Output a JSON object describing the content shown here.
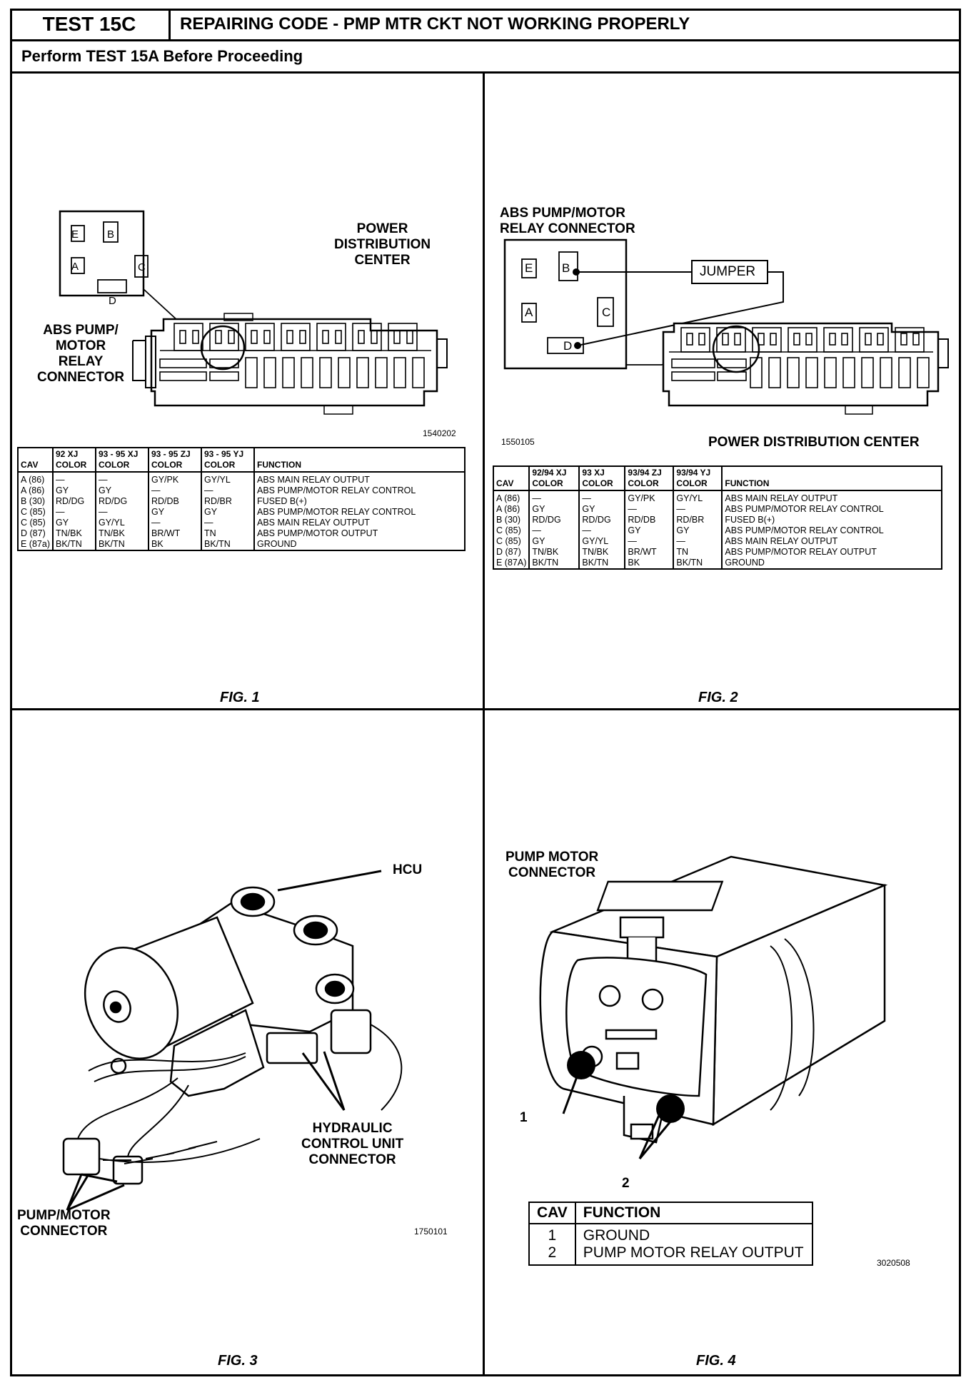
{
  "header": {
    "test_id": "TEST 15C",
    "title": "REPAIRING CODE - PMP MTR CKT NOT WORKING PROPERLY",
    "subtitle": "Perform TEST 15A Before Proceeding"
  },
  "fig1": {
    "connector_cavities": [
      "E",
      "B",
      "A",
      "C",
      "D"
    ],
    "label_pdc": [
      "POWER",
      "DISTRIBUTION",
      "CENTER"
    ],
    "label_relay": [
      "ABS PUMP/",
      "MOTOR",
      "RELAY",
      "CONNECTOR"
    ],
    "code": "1540202",
    "caption": "FIG. 1",
    "table": {
      "headers": [
        "CAV",
        "92 XJ COLOR",
        "93 - 95 XJ COLOR",
        "93 - 95 ZJ COLOR",
        "93 - 95 YJ COLOR",
        "FUNCTION"
      ],
      "rows": [
        [
          "A (86)",
          "—",
          "—",
          "GY/PK",
          "GY/YL",
          "ABS MAIN RELAY OUTPUT"
        ],
        [
          "A (86)",
          "GY",
          "GY",
          "—",
          "—",
          "ABS PUMP/MOTOR RELAY CONTROL"
        ],
        [
          "B (30)",
          "RD/DG",
          "RD/DG",
          "RD/DB",
          "RD/BR",
          "FUSED B(+)"
        ],
        [
          "C (85)",
          "—",
          "—",
          "GY",
          "GY",
          "ABS PUMP/MOTOR RELAY CONTROL"
        ],
        [
          "C (85)",
          "GY",
          "GY/YL",
          "—",
          "—",
          "ABS MAIN RELAY OUTPUT"
        ],
        [
          "D (87)",
          "TN/BK",
          "TN/BK",
          "BR/WT",
          "TN",
          "ABS PUMP/MOTOR OUTPUT"
        ],
        [
          "E (87a)",
          "BK/TN",
          "BK/TN",
          "BK",
          "BK/TN",
          "GROUND"
        ]
      ]
    }
  },
  "fig2": {
    "label_relay": [
      "ABS PUMP/MOTOR",
      "RELAY CONNECTOR"
    ],
    "connector_cavities": [
      "E",
      "B",
      "A",
      "C",
      "D"
    ],
    "jumper": "JUMPER",
    "label_pdc": "POWER DISTRIBUTION CENTER",
    "code": "1550105",
    "caption": "FIG. 2",
    "table": {
      "headers": [
        "CAV",
        "92/94 XJ COLOR",
        "93 XJ COLOR",
        "93/94 ZJ COLOR",
        "93/94 YJ COLOR",
        "FUNCTION"
      ],
      "rows": [
        [
          "A (86)",
          "—",
          "—",
          "GY/PK",
          "GY/YL",
          "ABS MAIN RELAY OUTPUT"
        ],
        [
          "A (86)",
          "GY",
          "GY",
          "—",
          "—",
          "ABS PUMP/MOTOR RELAY CONTROL"
        ],
        [
          "B (30)",
          "RD/DG",
          "RD/DG",
          "RD/DB",
          "RD/BR",
          "FUSED B(+)"
        ],
        [
          "C (85)",
          "—",
          "—",
          "GY",
          "GY",
          "ABS PUMP/MOTOR RELAY CONTROL"
        ],
        [
          "C (85)",
          "GY",
          "GY/YL",
          "—",
          "—",
          "ABS MAIN RELAY OUTPUT"
        ],
        [
          "D (87)",
          "TN/BK",
          "TN/BK",
          "BR/WT",
          "TN",
          "ABS PUMP/MOTOR RELAY OUTPUT"
        ],
        [
          "E (87A)",
          "BK/TN",
          "BK/TN",
          "BK",
          "BK/TN",
          "GROUND"
        ]
      ]
    }
  },
  "fig3": {
    "label_hcu": "HCU",
    "label_hcu_connector": [
      "HYDRAULIC",
      "CONTROL UNIT",
      "CONNECTOR"
    ],
    "label_pump_connector": [
      "PUMP/MOTOR",
      "CONNECTOR"
    ],
    "code": "1750101",
    "caption": "FIG. 3"
  },
  "fig4": {
    "label_connector": [
      "PUMP MOTOR",
      "CONNECTOR"
    ],
    "callout_1": "1",
    "callout_2": "2",
    "code": "3020508",
    "caption": "FIG. 4",
    "table": {
      "headers": [
        "CAV",
        "FUNCTION"
      ],
      "rows": [
        [
          "1",
          "GROUND"
        ],
        [
          "2",
          "PUMP MOTOR RELAY OUTPUT"
        ]
      ]
    }
  }
}
